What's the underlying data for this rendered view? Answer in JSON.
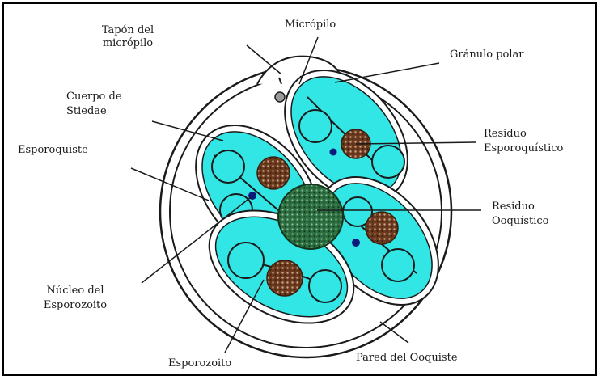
{
  "labels": {
    "tapon": [
      "Tapón del",
      "micrópilo"
    ],
    "micropilo": "Micrópilo",
    "granulo": "Gránulo polar",
    "cuerpo_stieda": [
      "Cuerpo de",
      "Stiedae"
    ],
    "esporoquiste": "Esporoquiste",
    "residuo_esporoquistico": [
      "Residuo",
      "Esporoquístico"
    ],
    "residuo_ooquistico": [
      "Residuo",
      "Ooquístico"
    ],
    "nucleo": [
      "Núcleo del",
      "Esporozoito"
    ],
    "esporozoito": "Esporozoito",
    "pared": "Pared del Ooquiste"
  },
  "colors": {
    "cytoplasm": "#33e6e6",
    "outline": "#1a1a1a",
    "residuum": "#6b3a1e",
    "oocyst_residuum": "#2c6e3f",
    "nucleus": "#0a1a7a"
  }
}
